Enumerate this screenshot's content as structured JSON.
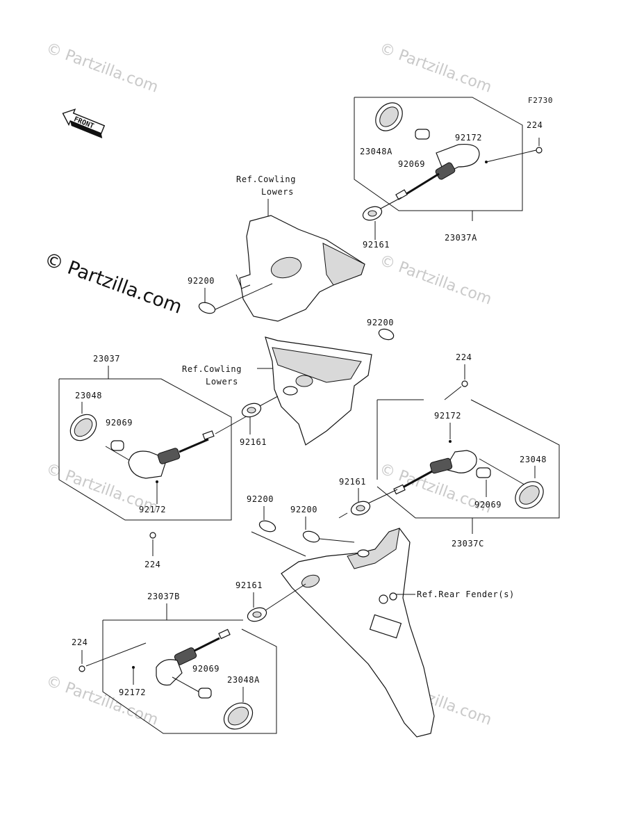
{
  "figure_code": "F2730",
  "front_arrow": {
    "label": "FRONT",
    "icon": "front-arrow-icon"
  },
  "watermarks": {
    "small": "© Partzilla.com",
    "large": "© Partzilla.com"
  },
  "refs": {
    "cowling_upper": [
      "Ref.Cowling",
      "Lowers"
    ],
    "cowling_lower": [
      "Ref.Cowling",
      "Lowers"
    ],
    "rear_fender": "Ref.Rear Fender(s)"
  },
  "labels": {
    "top_right": {
      "assembly": "23037A",
      "lens": "23048A",
      "bulb": "92069",
      "screw": "92172",
      "bolt": "224",
      "grommet": "92161"
    },
    "upper_grommet_plate": "92200",
    "mid_grommet_plate": "92200",
    "left": {
      "assembly": "23037",
      "lens": "23048",
      "bulb": "92069",
      "screw": "92172",
      "bolt": "224",
      "grommet": "92161"
    },
    "right": {
      "assembly": "23037C",
      "lens": "23048",
      "bulb": "92069",
      "screw": "92172",
      "bolt": "224",
      "grommet": "92161"
    },
    "rear_plate_a": "92200",
    "rear_plate_b": "92200",
    "bottom_left": {
      "assembly": "23037B",
      "lens": "23048A",
      "bulb": "92069",
      "screw": "92172",
      "bolt": "224",
      "grommet": "92161"
    }
  }
}
